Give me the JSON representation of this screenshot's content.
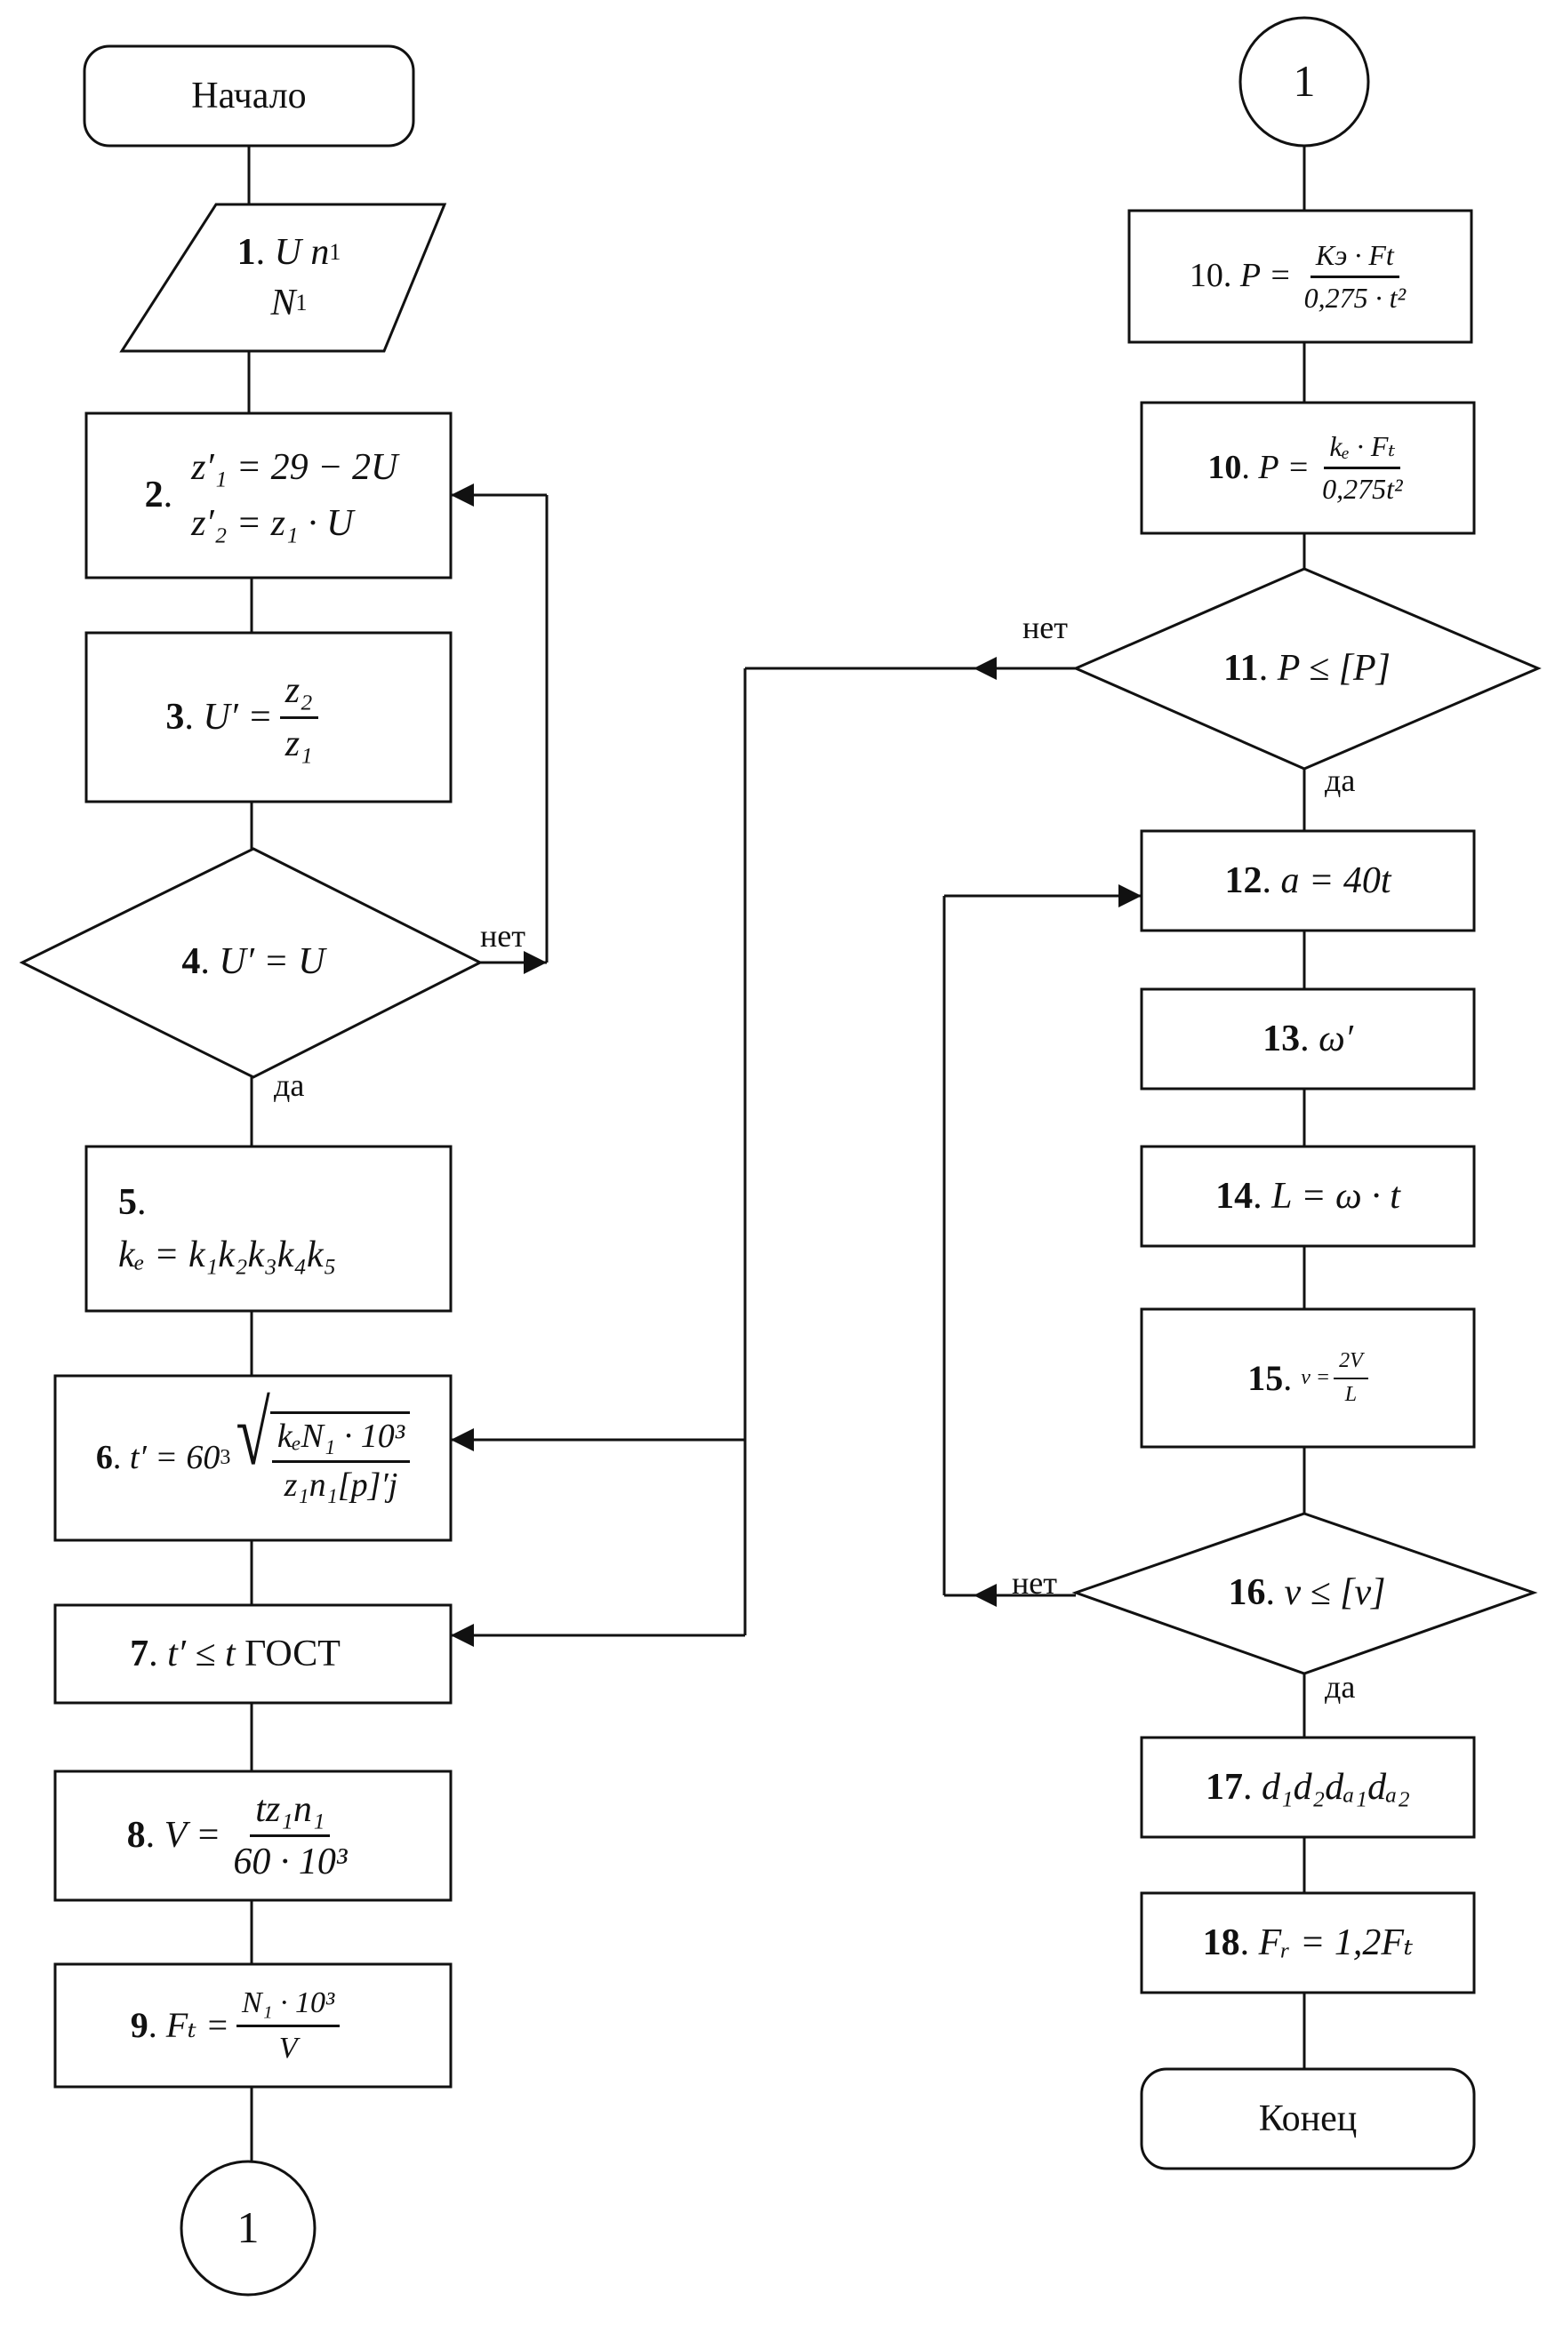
{
  "labels": {
    "yes": "да",
    "no": "нет"
  },
  "blocks": {
    "start": {
      "text": "Начало"
    },
    "b1": {
      "num": "1",
      "line1": "U   n",
      "line1_sub": "1",
      "line2": "N",
      "line2_sub": "1"
    },
    "b2": {
      "num": "2",
      "line1": "z′₁ = 29 − 2U",
      "line2": "z′₂ = z₁ · U"
    },
    "b3": {
      "num": "3",
      "lhs": "U′ =",
      "numer": "z₂",
      "denom": "z₁"
    },
    "b4": {
      "num": "4",
      "expr": "U′ = U"
    },
    "b5": {
      "num": "5",
      "expr": "kₑ = k₁k₂k₃k₄k₅"
    },
    "b6": {
      "num": "6",
      "lhs": "t′ = 60",
      "root_index": "3",
      "numer": "kₑN₁ · 10³",
      "denom": "z₁n₁[p]′j"
    },
    "b7": {
      "num": "7",
      "expr": "t′ ≤ t",
      "suffix": "ГОСТ"
    },
    "b8": {
      "num": "8",
      "lhs": "V =",
      "numer": "tz₁n₁",
      "denom": "60 · 10³"
    },
    "b9": {
      "num": "9",
      "lhs": "Fₜ =",
      "numer": "N₁ · 10³",
      "denom": "V"
    },
    "conn_bottom": {
      "text": "1"
    },
    "conn_top": {
      "text": "1"
    },
    "b10a": {
      "num": "10",
      "lhs": "P =",
      "numer": "Kэ · Ft",
      "denom": "0,275 · t²"
    },
    "b10b": {
      "num": "10",
      "lhs": "P =",
      "numer": "kₑ · Fₜ",
      "denom": "0,275t²"
    },
    "b11": {
      "num": "11",
      "expr": "P ≤ [P]"
    },
    "b12": {
      "num": "12",
      "expr": "a = 40t"
    },
    "b13": {
      "num": "13",
      "expr": "ω′"
    },
    "b14": {
      "num": "14",
      "expr": "L = ω · t"
    },
    "b15": {
      "num": "15",
      "lhs": "ν =",
      "numer": "2V",
      "denom": "L"
    },
    "b16": {
      "num": "16",
      "expr": "ν ≤ [ν]"
    },
    "b17": {
      "num": "17",
      "expr": "d₁d₂dₐ₁dₐ₂"
    },
    "b18": {
      "num": "18",
      "expr": "Fᵣ = 1,2Fₜ"
    },
    "end": {
      "text": "Конец"
    }
  }
}
